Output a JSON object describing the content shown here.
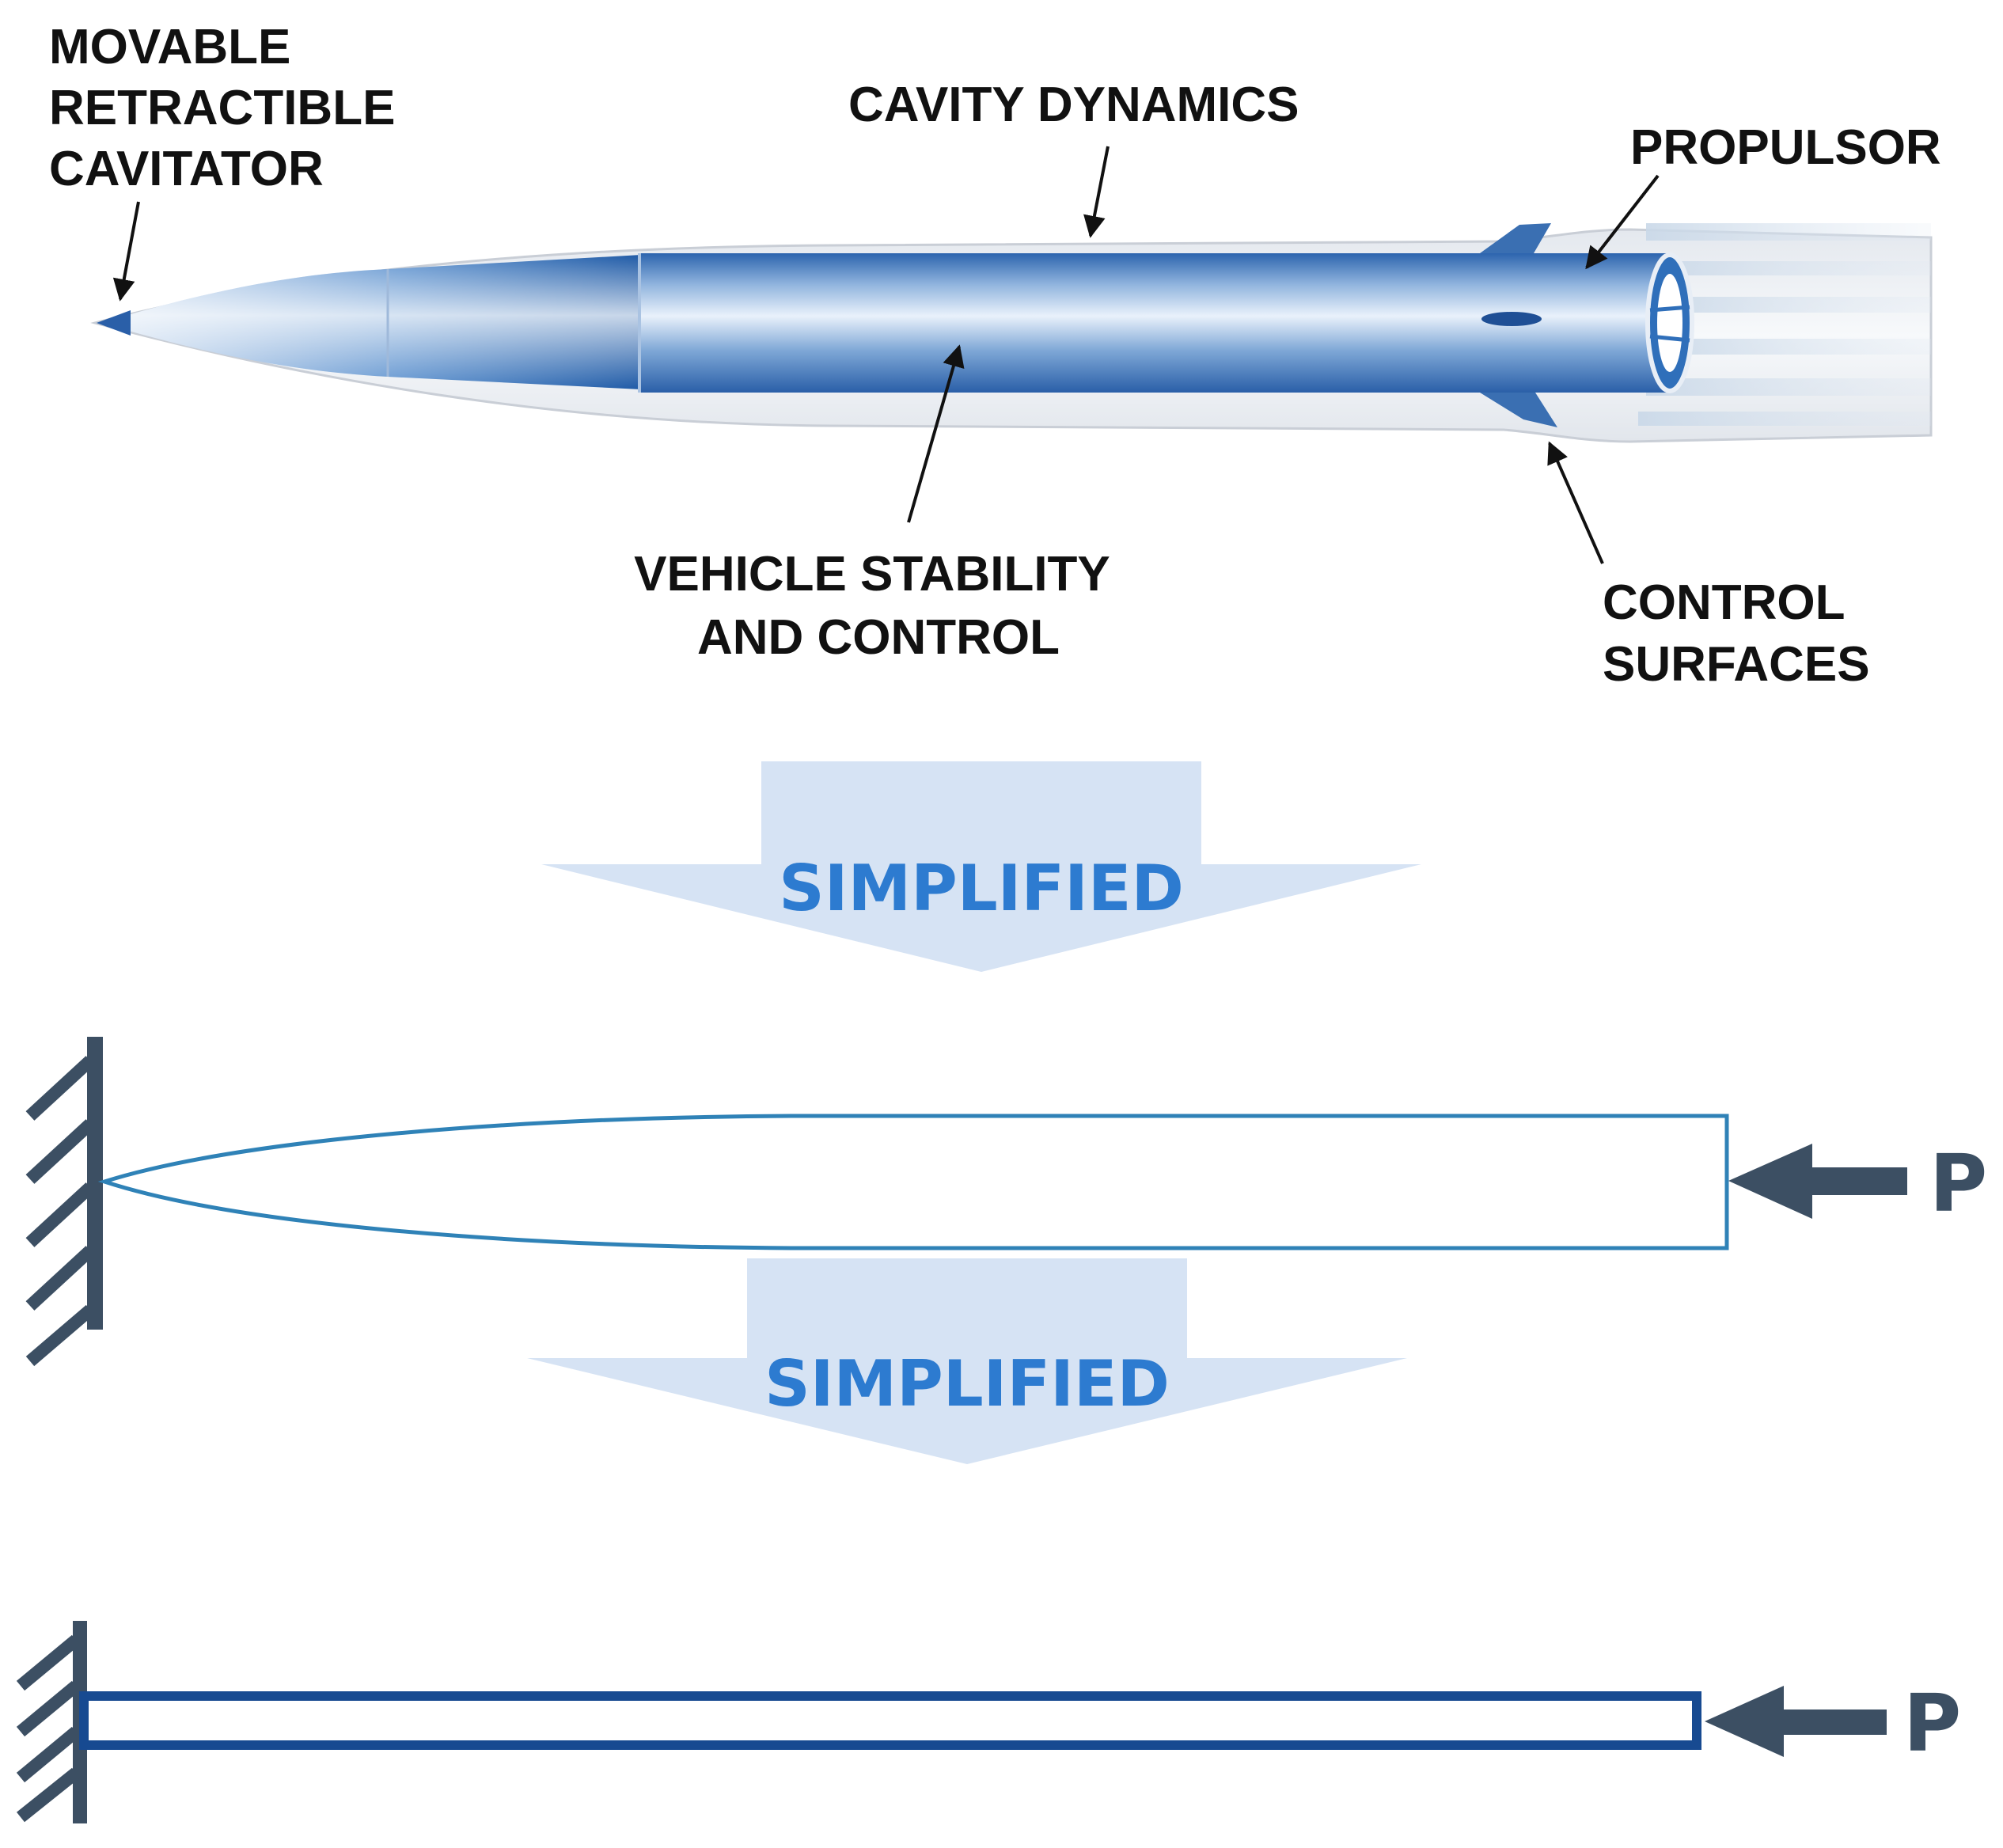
{
  "labels": {
    "cavitator": [
      "MOVABLE",
      "RETRACTIBLE",
      "CAVITATOR"
    ],
    "cavity": "CAVITY DYNAMICS",
    "propulsor": "PROPULSOR",
    "stability": [
      "VEHICLE STABILITY",
      "AND CONTROL"
    ],
    "control_surfaces": [
      "CONTROL",
      "SURFACES"
    ]
  },
  "arrows": {
    "first": "SIMPLIFIED",
    "second": "SIMPLIFIED"
  },
  "loads": {
    "first": "P",
    "second": "P"
  },
  "colors": {
    "arrow_fill": "#d6e3f4",
    "simplified_text": "#2d7bd0",
    "beam_outline_1": "#2f82b7",
    "beam_outline_2": "#174a91",
    "support": "#3c4f63",
    "vehicle_blue": "#2f6fba"
  }
}
